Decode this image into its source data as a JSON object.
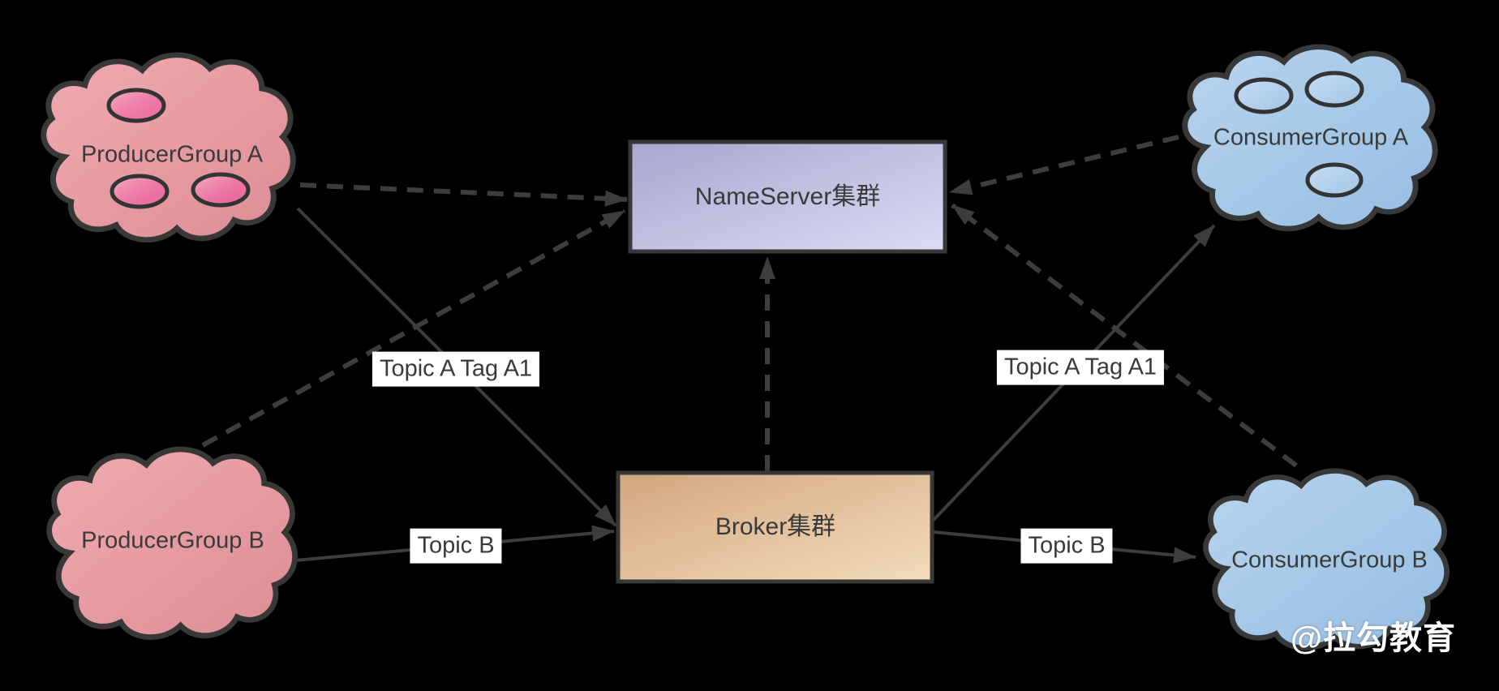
{
  "diagram": {
    "nodes": {
      "producer_group_a": {
        "label": "ProducerGroup A",
        "shape": "cloud"
      },
      "producer_group_b": {
        "label": "ProducerGroup B",
        "shape": "cloud"
      },
      "consumer_group_a": {
        "label": "ConsumerGroup A",
        "shape": "cloud"
      },
      "consumer_group_b": {
        "label": "ConsumerGroup B",
        "shape": "cloud"
      },
      "nameserver": {
        "label": "NameServer集群",
        "shape": "rect"
      },
      "broker": {
        "label": "Broker集群",
        "shape": "rect"
      }
    },
    "edge_labels": {
      "producer_a_to_broker": "Topic A Tag A1",
      "producer_b_to_broker": "Topic B",
      "broker_to_consumer_a": "Topic A Tag A1",
      "broker_to_consumer_b": "Topic B"
    },
    "edges": [
      {
        "from": "producer_group_a",
        "to": "nameserver",
        "style": "dashed"
      },
      {
        "from": "producer_group_b",
        "to": "nameserver",
        "style": "dashed"
      },
      {
        "from": "broker",
        "to": "nameserver",
        "style": "dashed"
      },
      {
        "from": "consumer_group_a",
        "to": "nameserver",
        "style": "dashed"
      },
      {
        "from": "consumer_group_b",
        "to": "nameserver",
        "style": "dashed"
      },
      {
        "from": "producer_group_a",
        "to": "broker",
        "style": "solid",
        "label": "Topic A Tag A1"
      },
      {
        "from": "producer_group_b",
        "to": "broker",
        "style": "solid",
        "label": "Topic B"
      },
      {
        "from": "broker",
        "to": "consumer_group_a",
        "style": "solid",
        "label": "Topic A Tag A1"
      },
      {
        "from": "broker",
        "to": "consumer_group_b",
        "style": "solid",
        "label": "Topic B"
      }
    ],
    "watermark": "@拉勾教育",
    "colors": {
      "background": "#000000",
      "producer_cloud": "#e59aa0",
      "consumer_cloud": "#a5c8e8",
      "nameserver_box_dark": "#a6a6cf",
      "nameserver_box_light": "#dcdcf4",
      "broker_box_dark": "#d2a67e",
      "broker_box_light": "#f4dcbc",
      "shape_border": "#383838",
      "edge_stroke": "#3d3d3d",
      "label_text": "#3a3a3a",
      "edge_label_bg": "#ffffff",
      "watermark_color": "#ffffff"
    }
  }
}
